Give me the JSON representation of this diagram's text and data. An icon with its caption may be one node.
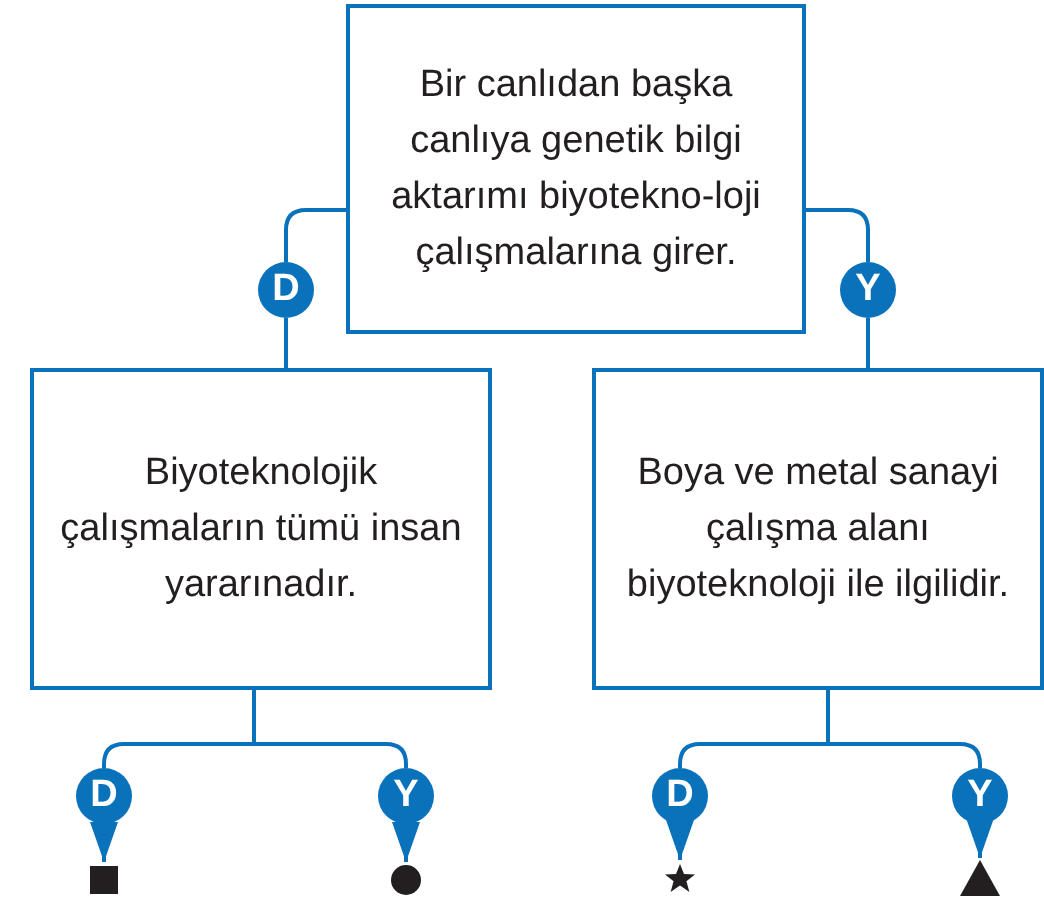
{
  "diagram": {
    "nodes": [
      {
        "text": [
          "Bir canlıdan başka canlıya genetik bilgi aktarımı biyotekno-loji çalışmalarına girer."
        ]
      },
      {
        "text": [
          "D"
        ]
      },
      {
        "text": [
          "Y"
        ]
      },
      {
        "text": [
          "Biyoteknolojik çalışmaların tümü insan yararınadır."
        ]
      },
      {
        "text": [
          "Boya ve metal sanayi çalışma alanı biyoteknoloji ile ilgilidir."
        ]
      },
      {
        "text": [
          "D"
        ]
      },
      {
        "text": [
          "Y"
        ]
      },
      {
        "text": [
          "D"
        ]
      },
      {
        "text": [
          "Y"
        ]
      },
      {
        "text": [],
        "shape": "box"
      },
      {
        "text": [],
        "shape": "circle"
      },
      {
        "text": [],
        "shape": "star"
      },
      {
        "text": [],
        "shape": "triangle"
      }
    ],
    "edges": [
      {
        "from": 0,
        "to": 1,
        "arrow": "none"
      },
      {
        "from": 1,
        "to": 3,
        "arrow": "none"
      },
      {
        "from": 0,
        "to": 2,
        "arrow": "none"
      },
      {
        "from": 2,
        "to": 4,
        "arrow": "none"
      },
      {
        "from": 3,
        "to": 5,
        "arrow": "none"
      },
      {
        "from": 3,
        "to": 6,
        "arrow": "none"
      },
      {
        "from": 4,
        "to": 7,
        "arrow": "none"
      },
      {
        "from": 4,
        "to": 8,
        "arrow": "none"
      },
      {
        "from": 5,
        "to": 9,
        "arrow": "to"
      },
      {
        "from": 6,
        "to": 10,
        "arrow": "to"
      },
      {
        "from": 7,
        "to": 11,
        "arrow": "to"
      },
      {
        "from": 8,
        "to": 12,
        "arrow": "to"
      }
    ]
  }
}
